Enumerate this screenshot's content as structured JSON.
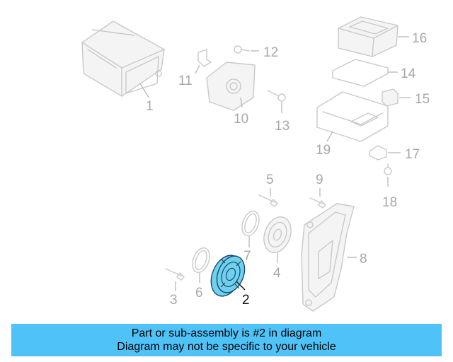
{
  "callouts": {
    "c1": "1",
    "c2": "2",
    "c3": "3",
    "c4": "4",
    "c5": "5",
    "c6": "6",
    "c7": "7",
    "c8": "8",
    "c9": "9",
    "c10": "10",
    "c11": "11",
    "c12": "12",
    "c13": "13",
    "c14": "14",
    "c15": "15",
    "c16": "16",
    "c17": "17",
    "c18": "18",
    "c19": "19"
  },
  "highlighted_part": "2",
  "colors": {
    "highlight": "#6fd0f0",
    "banner": "#4fc3f7",
    "callout": "#a8a8a8"
  },
  "banner": {
    "line1": "Part or sub-assembly is #2 in diagram",
    "line2": "Diagram may not be specific to your vehicle"
  }
}
